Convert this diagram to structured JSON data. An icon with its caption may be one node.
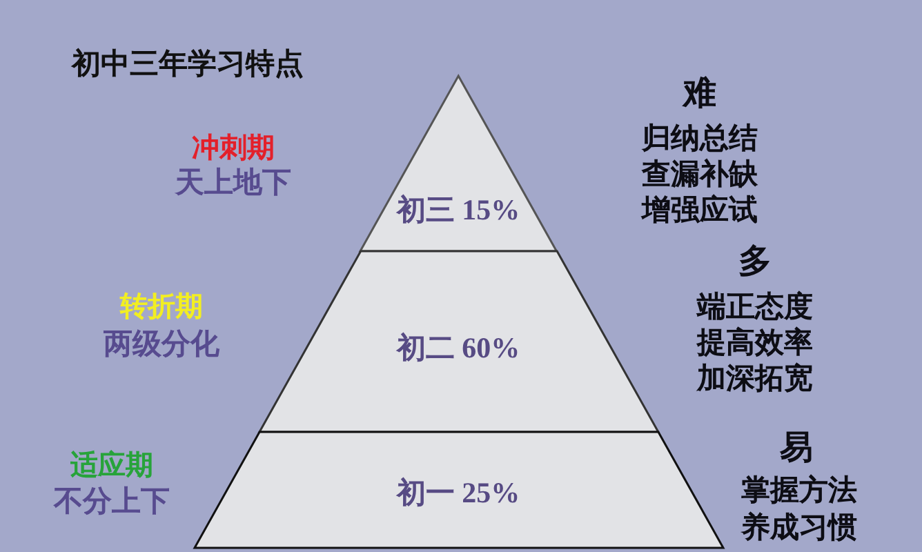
{
  "diagram": {
    "title": "初中三年学习特点",
    "nodes": [
      {
        "text": [
          "初三 15%"
        ],
        "beside": [
          "冲刺期",
          "天上地下",
          "难",
          "归纳总结",
          "查漏补缺",
          "增强应试"
        ]
      },
      {
        "text": [
          "初二 60%"
        ],
        "beside": [
          "转折期",
          "两级分化",
          "多",
          "端正态度",
          "提高效率",
          "加深拓宽"
        ]
      },
      {
        "text": [
          "初一 25%"
        ],
        "beside": [
          "适应期",
          "不分上下",
          "易",
          "掌握方法",
          "养成习惯"
        ]
      }
    ]
  }
}
